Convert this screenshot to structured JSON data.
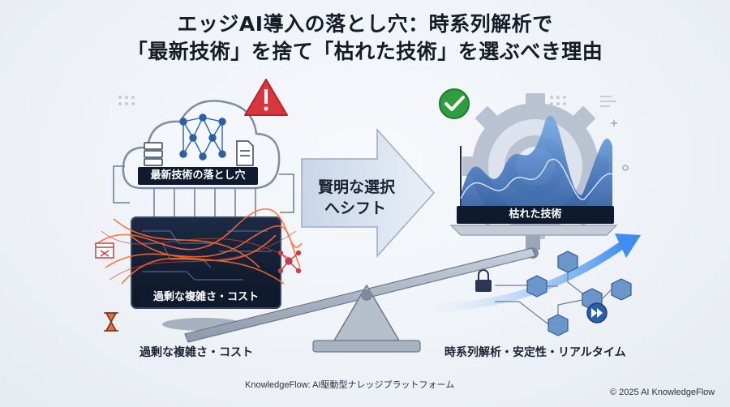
{
  "title": {
    "line1": "エッジAI導入の落とし穴：時系列解析で",
    "line2": "「最新技術」を捨て「枯れた技術」を選ぶべき理由"
  },
  "left": {
    "cloud_label": "最新技術の落とし穴",
    "chip_label": "過剰な複雑さ・コスト",
    "bottom_label": "過剰な複雑さ・コスト"
  },
  "center": {
    "arrow_line1": "賢明な選択",
    "arrow_line2": "へシフト"
  },
  "right": {
    "chart_label": "枯れた技術",
    "bottom_label": "時系列解析・安定性・リアルタイム"
  },
  "footer": {
    "brand": "KnowledgeFlow: AI駆動型ナレッジプラットフォーム",
    "copyright": "© 2025 AI KnowledgeFlow"
  },
  "icons": [
    "warning-icon",
    "check-icon",
    "database-icon",
    "document-icon",
    "hourglass-icon",
    "lock-icon",
    "fast-forward-icon",
    "gear-icon",
    "neural-network-icon"
  ],
  "colors": {
    "warning": "#d9363e",
    "check": "#2e9e3f",
    "navy": "#0f1a2e",
    "accent_blue": "#3d7fd6"
  }
}
